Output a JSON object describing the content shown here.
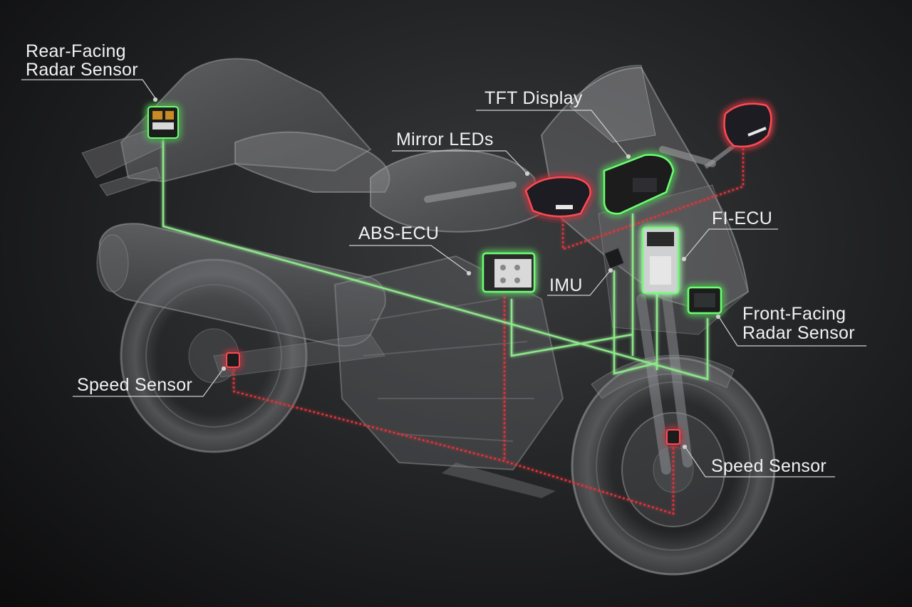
{
  "labels": {
    "rear_radar_line1": "Rear-Facing",
    "rear_radar_line2": "Radar Sensor",
    "tft_display": "TFT Display",
    "mirror_leds": "Mirror LEDs",
    "abs_ecu": "ABS-ECU",
    "fi_ecu": "FI-ECU",
    "imu": "IMU",
    "front_radar_line1": "Front-Facing",
    "front_radar_line2": "Radar Sensor",
    "speed_sensor_rear": "Speed Sensor",
    "speed_sensor_front": "Speed Sensor"
  },
  "colors": {
    "network_green": "#8ee68a",
    "network_red": "#e0353a",
    "leader_line": "#d0d0d0",
    "glow_green": "#5cff6a",
    "glow_red": "#ff3040"
  }
}
